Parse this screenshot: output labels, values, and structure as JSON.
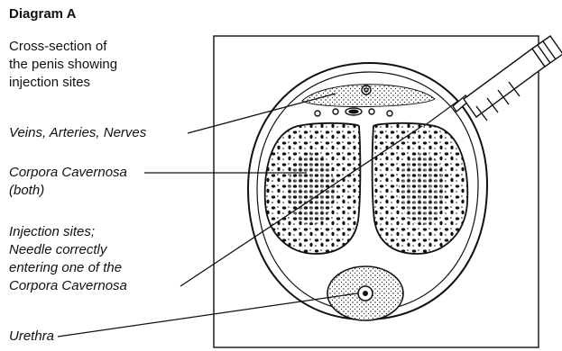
{
  "title": "Diagram A",
  "description_lines": [
    "Cross-section of",
    "the penis showing",
    "injection sites"
  ],
  "labels": {
    "vessels": "Veins, Arteries, Nerves",
    "corpora": [
      "Corpora Cavernosa",
      "(both)"
    ],
    "injection": [
      "Injection sites;",
      "Needle correctly",
      "entering one of the",
      "Corpora Cavernosa"
    ],
    "urethra": "Urethra"
  }
}
